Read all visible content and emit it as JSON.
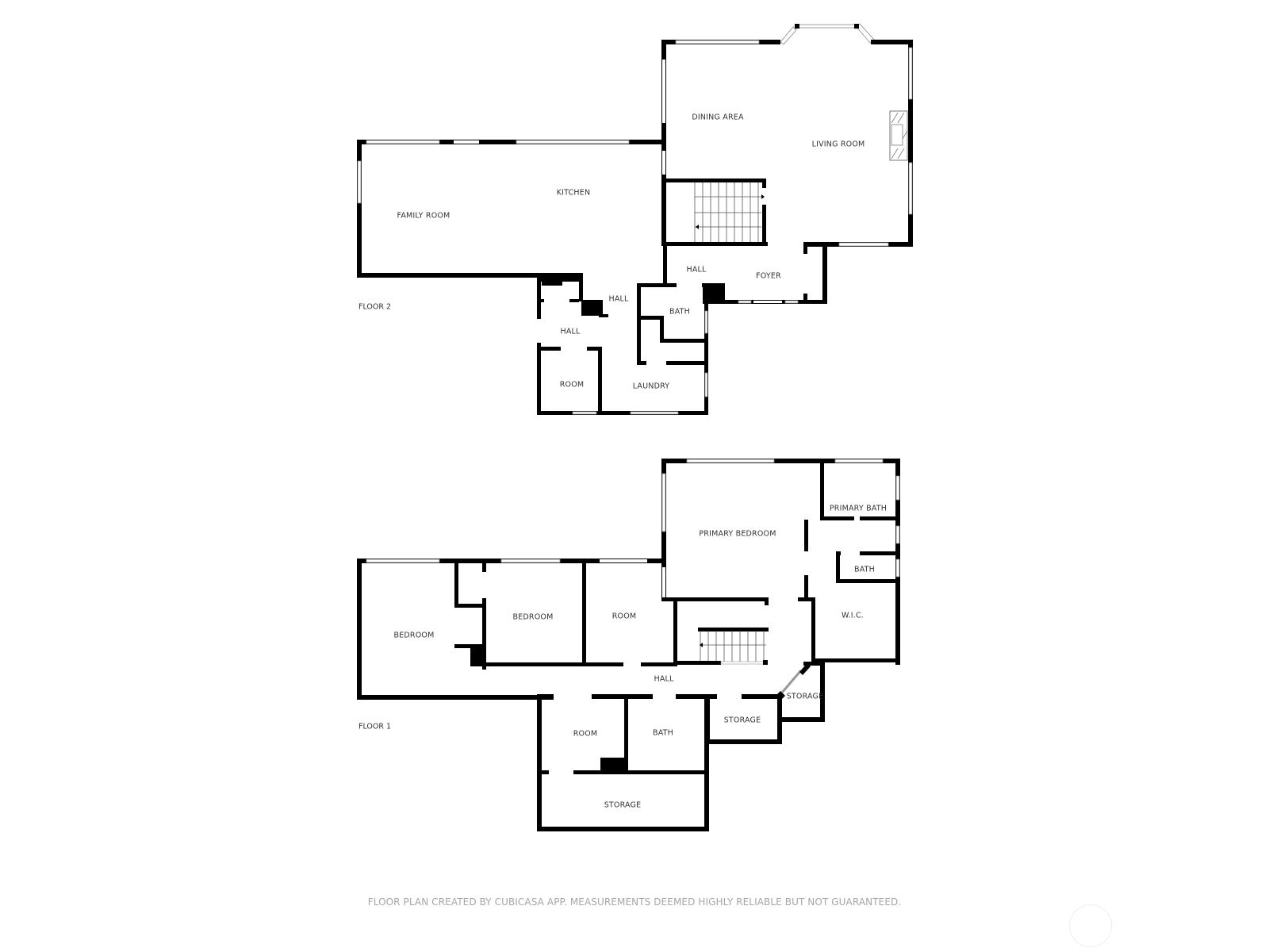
{
  "floor2": {
    "label": "FLOOR 2",
    "rooms": {
      "dining_area": "DINING AREA",
      "living_room": "LIVING ROOM",
      "kitchen": "KITCHEN",
      "family_room": "FAMILY ROOM",
      "hall_upper": "HALL",
      "foyer": "FOYER",
      "hall_middle": "HALL",
      "bath": "BATH",
      "hall_left": "HALL",
      "room": "ROOM",
      "laundry": "LAUNDRY"
    }
  },
  "floor1": {
    "label": "FLOOR 1",
    "rooms": {
      "primary_bedroom": "PRIMARY BEDROOM",
      "primary_bath": "PRIMARY BATH",
      "bath_small": "BATH",
      "wic": "W.I.C.",
      "bedroom_left": "BEDROOM",
      "bedroom_middle": "BEDROOM",
      "room_upper": "ROOM",
      "hall": "HALL",
      "storage_right": "STORAGE",
      "storage_middle": "STORAGE",
      "room_lower": "ROOM",
      "bath_lower": "BATH",
      "storage_bottom": "STORAGE"
    }
  },
  "footer": {
    "disclaimer": "FLOOR PLAN CREATED BY CUBICASA APP. MEASUREMENTS DEEMED HIGHLY RELIABLE BUT NOT GUARANTEED."
  },
  "colors": {
    "wall": "#000000",
    "label": "#333333",
    "footer": "#a6a6a6"
  }
}
